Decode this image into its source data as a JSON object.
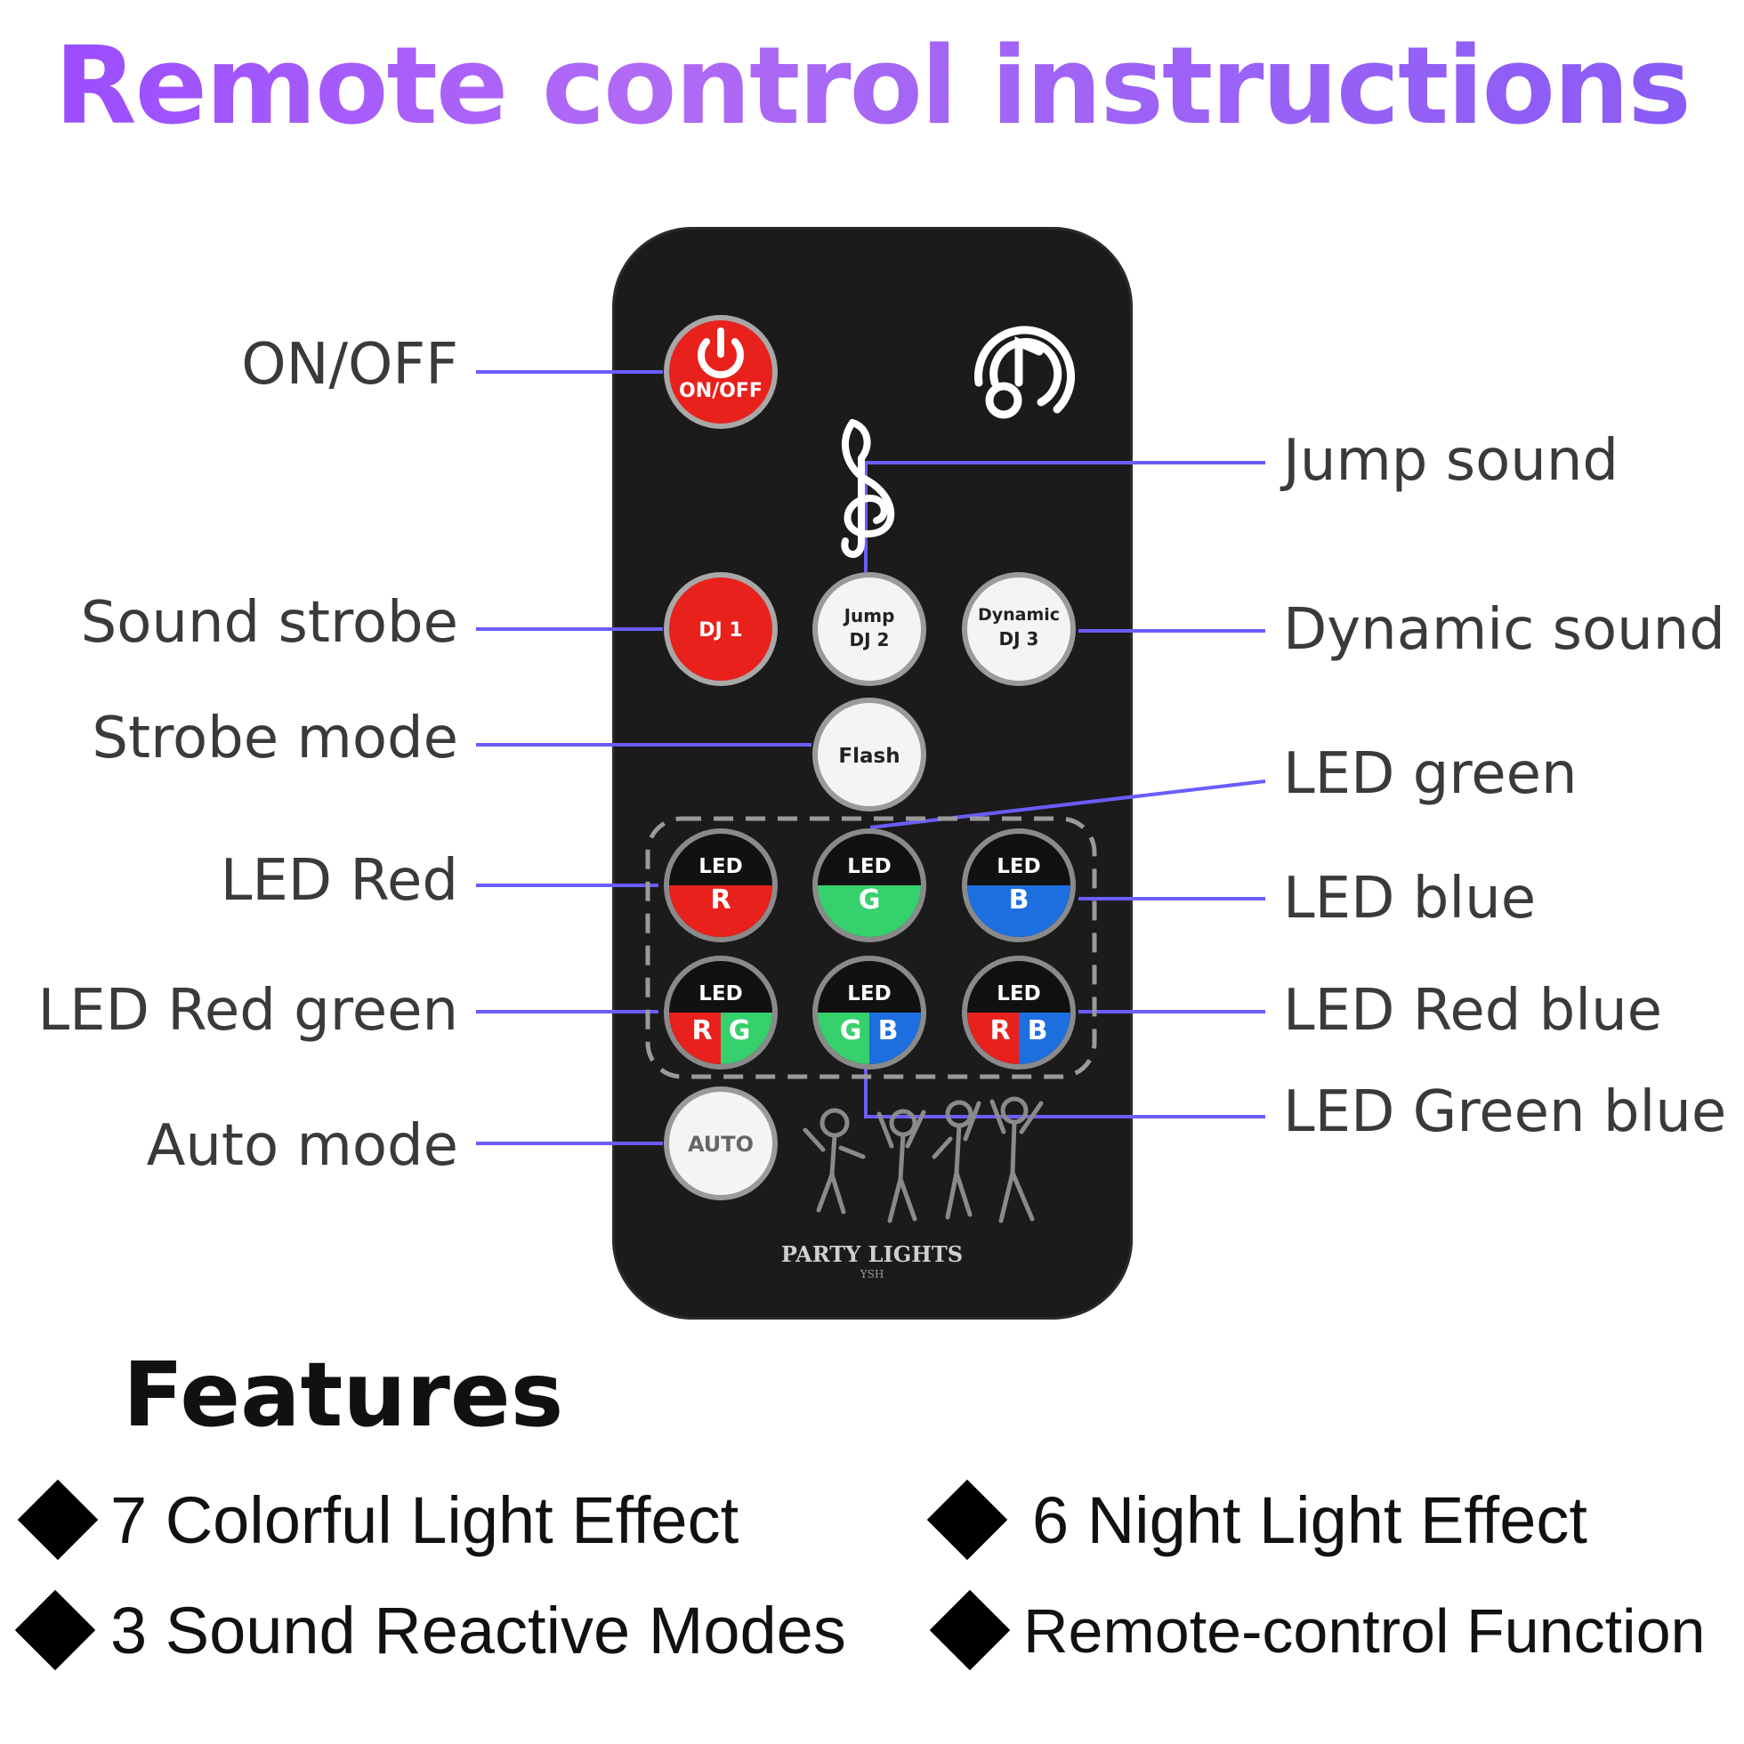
{
  "header": {
    "title": "Remote control instructions"
  },
  "labels": {
    "on_off": "ON/OFF",
    "sound_strobe": "Sound strobe",
    "strobe_mode": "Strobe mode",
    "led_red": "LED Red",
    "led_red_green": "LED Red green",
    "auto_mode": "Auto mode",
    "jump_sound": "Jump sound",
    "dynamic_sound": "Dynamic sound",
    "led_green": "LED green",
    "led_blue": "LED blue",
    "led_red_blue": "LED Red blue",
    "led_green_blue": "LED Green blue"
  },
  "remote": {
    "power": "ON/OFF",
    "dj1": "DJ 1",
    "dj2_line1": "Jump",
    "dj2_line2": "DJ 2",
    "dj3_line1": "Dynamic",
    "dj3_line2": "DJ 3",
    "flash": "Flash",
    "auto": "AUTO",
    "led": "LED",
    "r": "R",
    "g": "G",
    "b": "B",
    "brand": "PARTY LIGHTS",
    "model": "YSH"
  },
  "features": {
    "title": "Features",
    "items": [
      "7 Colorful Light Effect",
      "6 Night Light Effect",
      "3 Sound Reactive Modes",
      "Remote-control Function"
    ]
  },
  "colors": {
    "title_start": "#9b4dff",
    "title_end": "#8a5cf6",
    "leader_line": "#6b5cff",
    "power_red": "#e8211d",
    "dj1_red": "#e8211d",
    "led_red": "#e8211d",
    "led_green": "#36d16c",
    "led_blue": "#1d6fe0",
    "remote_body": "#1b1b1b"
  }
}
